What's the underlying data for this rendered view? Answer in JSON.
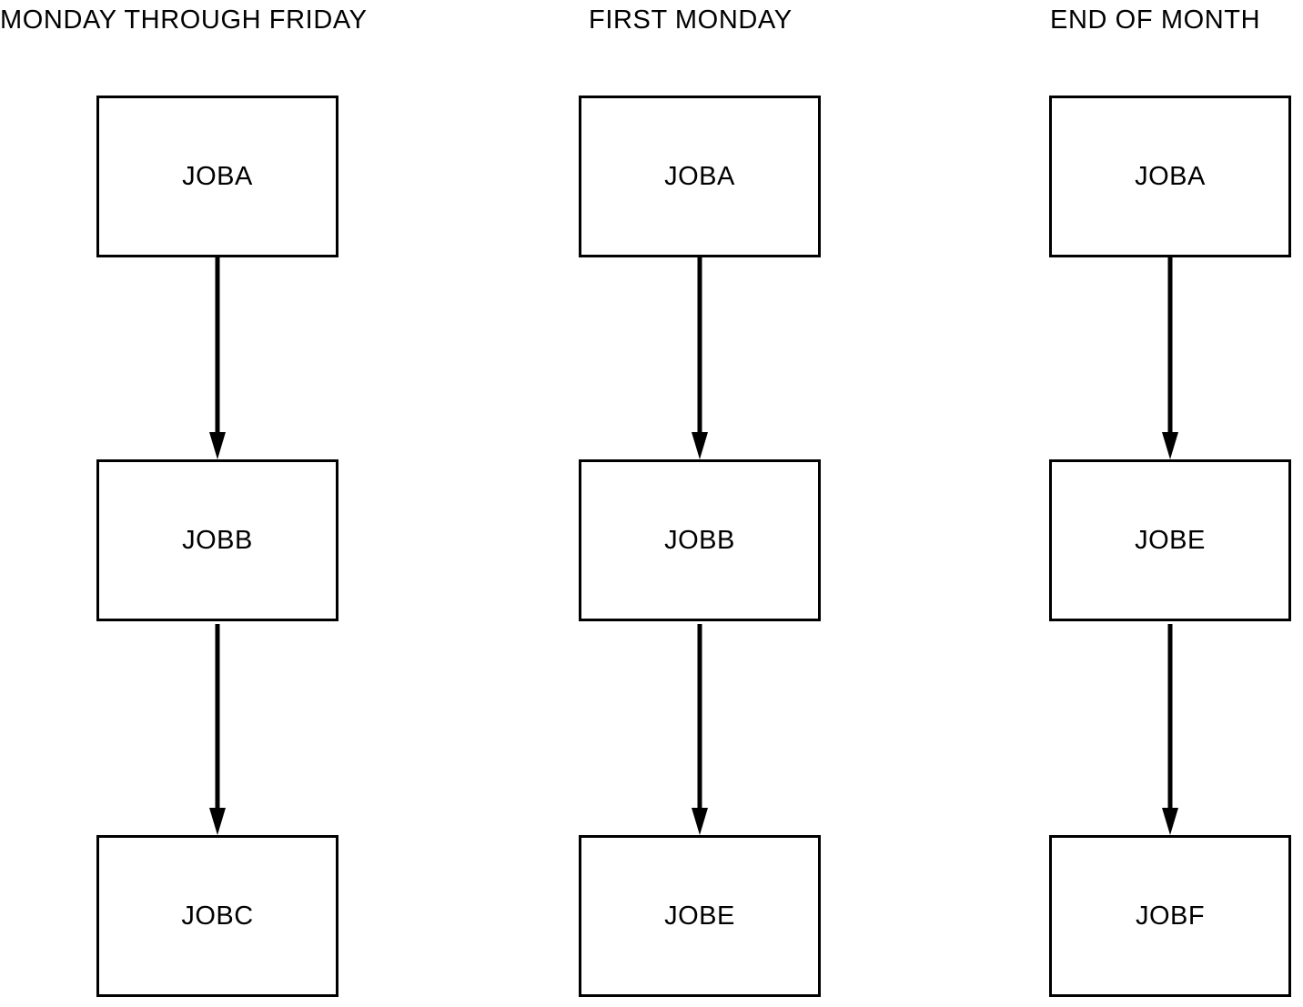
{
  "diagram": {
    "type": "flowchart",
    "orientation": "vertical",
    "background_color": "#ffffff",
    "line_color": "#000000",
    "text_color": "#000000",
    "columns": [
      {
        "title": "MONDAY THROUGH FRIDAY",
        "nodes": [
          {
            "label": "JOBA"
          },
          {
            "label": "JOBB"
          },
          {
            "label": "JOBC"
          }
        ],
        "connectors": [
          {
            "from": "JOBA",
            "to": "JOBB",
            "style": "arrow-down"
          },
          {
            "from": "JOBB",
            "to": "JOBC",
            "style": "arrow-down"
          }
        ]
      },
      {
        "title": "FIRST MONDAY",
        "nodes": [
          {
            "label": "JOBA"
          },
          {
            "label": "JOBB"
          },
          {
            "label": "JOBE"
          }
        ],
        "connectors": [
          {
            "from": "JOBA",
            "to": "JOBB",
            "style": "arrow-down"
          },
          {
            "from": "JOBB",
            "to": "JOBE",
            "style": "arrow-down"
          }
        ]
      },
      {
        "title": "END OF MONTH",
        "nodes": [
          {
            "label": "JOBA"
          },
          {
            "label": "JOBE"
          },
          {
            "label": "JOBF"
          }
        ],
        "connectors": [
          {
            "from": "JOBA",
            "to": "JOBE",
            "style": "arrow-down"
          },
          {
            "from": "JOBE",
            "to": "JOBF",
            "style": "arrow-down"
          }
        ]
      }
    ]
  }
}
